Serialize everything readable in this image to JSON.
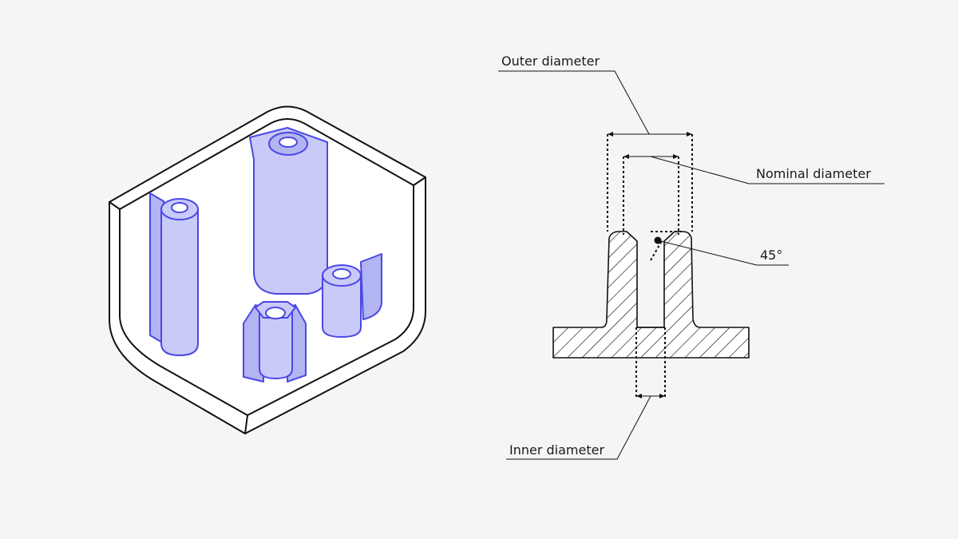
{
  "labels": {
    "outer_diameter": "Outer diameter",
    "nominal_diameter": "Nominal diameter",
    "angle": "45°",
    "inner_diameter": "Inner diameter"
  },
  "colors": {
    "background": "#f5f5f5",
    "boss_fill": "#c9caf8",
    "boss_stroke": "#4b48e6",
    "line": "#111111"
  }
}
